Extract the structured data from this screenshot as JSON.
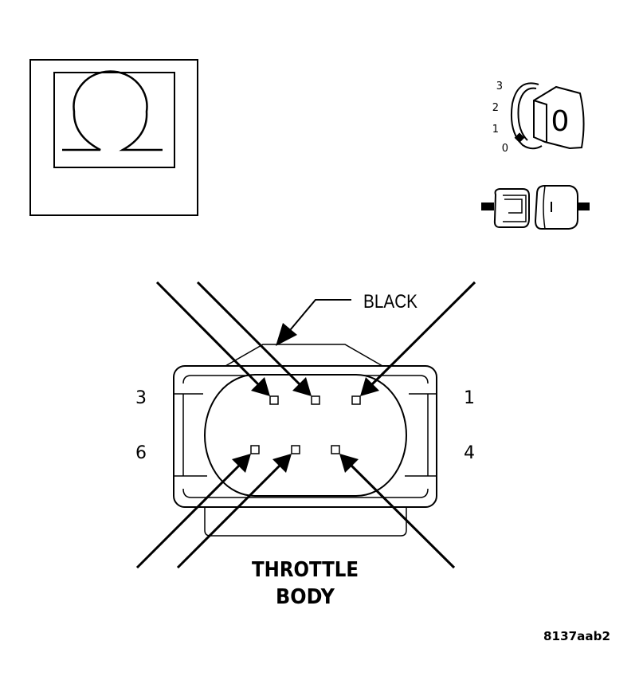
{
  "meter": {
    "symbol": "Ω",
    "icon": "ohmmeter-icon"
  },
  "ignition": {
    "positions": [
      "3",
      "2",
      "1",
      "0"
    ],
    "key_icon": "ignition-key-icon",
    "key_label": "0"
  },
  "disconnect": {
    "icon": "connector-disconnect-icon"
  },
  "connector": {
    "color_label": "BLACK",
    "pins": {
      "p3": "3",
      "p1": "1",
      "p6": "6",
      "p4": "4"
    },
    "title_line1": "THROTTLE",
    "title_line2": "BODY"
  },
  "figure_id": "8137aab2"
}
